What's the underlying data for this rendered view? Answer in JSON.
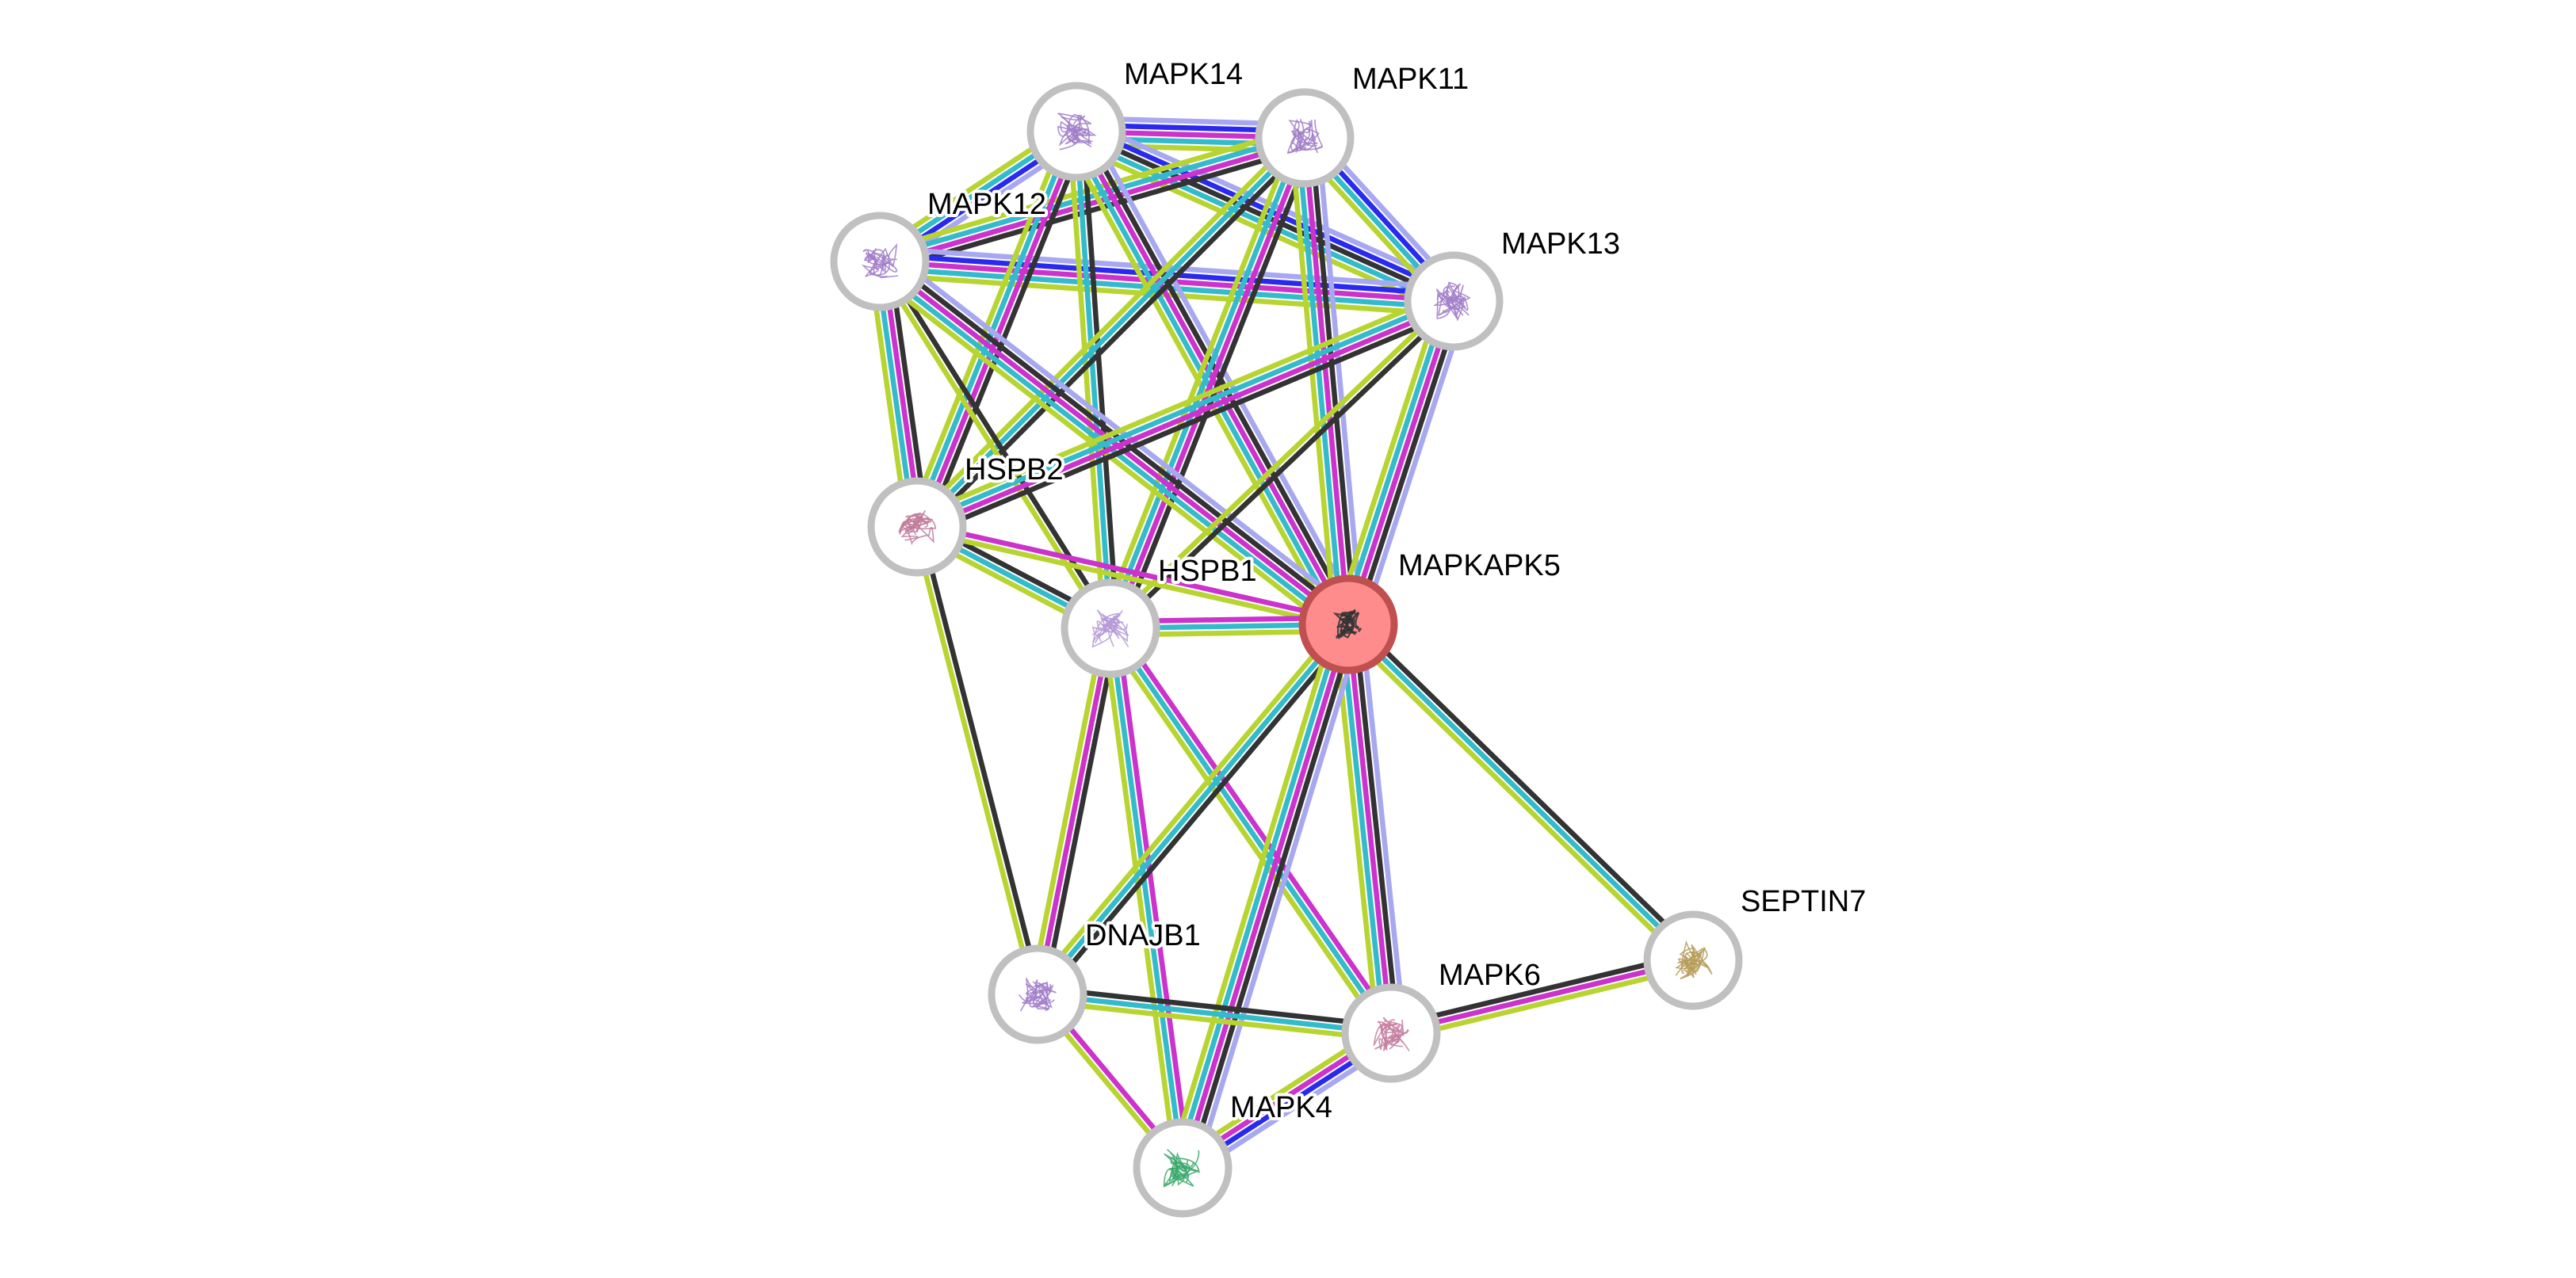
{
  "network": {
    "query_node": "MAPKAPK5",
    "nodes": [
      {
        "id": "MAPK14",
        "label": "MAPK14",
        "query": false,
        "glyph_color": "#a07cc8"
      },
      {
        "id": "MAPK11",
        "label": "MAPK11",
        "query": false,
        "glyph_color": "#a07cc8"
      },
      {
        "id": "MAPK12",
        "label": "MAPK12",
        "query": false,
        "glyph_color": "#a07cc8"
      },
      {
        "id": "MAPK13",
        "label": "MAPK13",
        "query": false,
        "glyph_color": "#a07cc8"
      },
      {
        "id": "HSPB2",
        "label": "HSPB2",
        "query": false,
        "glyph_color": "#c07a9a"
      },
      {
        "id": "HSPB1",
        "label": "HSPB1",
        "query": false,
        "glyph_color": "#b59ad6"
      },
      {
        "id": "MAPKAPK5",
        "label": "MAPKAPK5",
        "query": true,
        "glyph_color": "#333333"
      },
      {
        "id": "DNAJB1",
        "label": "DNAJB1",
        "query": false,
        "glyph_color": "#a07cc8"
      },
      {
        "id": "MAPK6",
        "label": "MAPK6",
        "query": false,
        "glyph_color": "#c47ea0"
      },
      {
        "id": "SEPTIN7",
        "label": "SEPTIN7",
        "query": false,
        "glyph_color": "#b59b5a"
      },
      {
        "id": "MAPK4",
        "label": "MAPK4",
        "query": false,
        "glyph_color": "#3aa86a"
      }
    ],
    "evidence_colors": {
      "coexpression": "#333333",
      "experiments": "#cc33cc",
      "databases": "#33bbcc",
      "textmining": "#b8d430",
      "neighborhood": "#2a2aee",
      "homology": "#a8a8f0"
    },
    "edges": [
      {
        "a": "MAPK14",
        "b": "MAPK11",
        "ev": [
          "homology",
          "neighborhood",
          "experiments",
          "databases",
          "textmining"
        ]
      },
      {
        "a": "MAPK14",
        "b": "MAPK12",
        "ev": [
          "homology",
          "neighborhood",
          "databases",
          "textmining"
        ]
      },
      {
        "a": "MAPK14",
        "b": "MAPK13",
        "ev": [
          "homology",
          "neighborhood",
          "coexpression",
          "databases",
          "textmining"
        ]
      },
      {
        "a": "MAPK11",
        "b": "MAPK12",
        "ev": [
          "coexpression",
          "experiments",
          "databases",
          "textmining"
        ]
      },
      {
        "a": "MAPK11",
        "b": "MAPK13",
        "ev": [
          "homology",
          "neighborhood",
          "databases",
          "textmining"
        ]
      },
      {
        "a": "MAPK12",
        "b": "MAPK13",
        "ev": [
          "homology",
          "neighborhood",
          "experiments",
          "databases",
          "textmining"
        ]
      },
      {
        "a": "MAPK14",
        "b": "HSPB2",
        "ev": [
          "coexpression",
          "experiments",
          "databases",
          "textmining"
        ]
      },
      {
        "a": "MAPK14",
        "b": "HSPB1",
        "ev": [
          "coexpression",
          "databases",
          "textmining"
        ]
      },
      {
        "a": "MAPK14",
        "b": "MAPKAPK5",
        "ev": [
          "homology",
          "coexpression",
          "experiments",
          "databases",
          "textmining"
        ]
      },
      {
        "a": "MAPK11",
        "b": "HSPB2",
        "ev": [
          "coexpression",
          "databases",
          "textmining"
        ]
      },
      {
        "a": "MAPK11",
        "b": "HSPB1",
        "ev": [
          "coexpression",
          "experiments",
          "databases",
          "textmining"
        ]
      },
      {
        "a": "MAPK11",
        "b": "MAPKAPK5",
        "ev": [
          "homology",
          "coexpression",
          "experiments",
          "databases",
          "textmining"
        ]
      },
      {
        "a": "MAPK12",
        "b": "HSPB2",
        "ev": [
          "coexpression",
          "experiments",
          "databases",
          "textmining"
        ]
      },
      {
        "a": "MAPK12",
        "b": "HSPB1",
        "ev": [
          "coexpression",
          "textmining"
        ]
      },
      {
        "a": "MAPK12",
        "b": "MAPKAPK5",
        "ev": [
          "homology",
          "coexpression",
          "experiments",
          "databases",
          "textmining"
        ]
      },
      {
        "a": "MAPK13",
        "b": "HSPB2",
        "ev": [
          "coexpression",
          "experiments",
          "databases",
          "textmining"
        ]
      },
      {
        "a": "MAPK13",
        "b": "HSPB1",
        "ev": [
          "coexpression",
          "textmining"
        ]
      },
      {
        "a": "MAPK13",
        "b": "MAPKAPK5",
        "ev": [
          "homology",
          "coexpression",
          "experiments",
          "databases",
          "textmining"
        ]
      },
      {
        "a": "HSPB2",
        "b": "HSPB1",
        "ev": [
          "coexpression",
          "databases",
          "textmining"
        ]
      },
      {
        "a": "HSPB2",
        "b": "MAPKAPK5",
        "ev": [
          "experiments",
          "textmining"
        ]
      },
      {
        "a": "HSPB2",
        "b": "DNAJB1",
        "ev": [
          "coexpression",
          "textmining"
        ]
      },
      {
        "a": "HSPB1",
        "b": "MAPKAPK5",
        "ev": [
          "experiments",
          "databases",
          "textmining"
        ]
      },
      {
        "a": "HSPB1",
        "b": "DNAJB1",
        "ev": [
          "coexpression",
          "experiments",
          "textmining"
        ]
      },
      {
        "a": "HSPB1",
        "b": "MAPK6",
        "ev": [
          "experiments",
          "databases",
          "textmining"
        ]
      },
      {
        "a": "HSPB1",
        "b": "MAPK4",
        "ev": [
          "experiments",
          "databases",
          "textmining"
        ]
      },
      {
        "a": "MAPKAPK5",
        "b": "DNAJB1",
        "ev": [
          "coexpression",
          "databases",
          "textmining"
        ]
      },
      {
        "a": "MAPKAPK5",
        "b": "MAPK6",
        "ev": [
          "homology",
          "coexpression",
          "experiments",
          "databases",
          "textmining"
        ]
      },
      {
        "a": "MAPKAPK5",
        "b": "SEPTIN7",
        "ev": [
          "coexpression",
          "databases",
          "textmining"
        ]
      },
      {
        "a": "MAPKAPK5",
        "b": "MAPK4",
        "ev": [
          "homology",
          "coexpression",
          "experiments",
          "databases",
          "textmining"
        ]
      },
      {
        "a": "DNAJB1",
        "b": "MAPK6",
        "ev": [
          "coexpression",
          "databases",
          "textmining"
        ]
      },
      {
        "a": "DNAJB1",
        "b": "MAPK4",
        "ev": [
          "experiments",
          "textmining"
        ]
      },
      {
        "a": "MAPK6",
        "b": "MAPK4",
        "ev": [
          "homology",
          "neighborhood",
          "experiments",
          "textmining"
        ]
      },
      {
        "a": "MAPK6",
        "b": "SEPTIN7",
        "ev": [
          "coexpression",
          "experiments",
          "textmining"
        ]
      }
    ]
  }
}
